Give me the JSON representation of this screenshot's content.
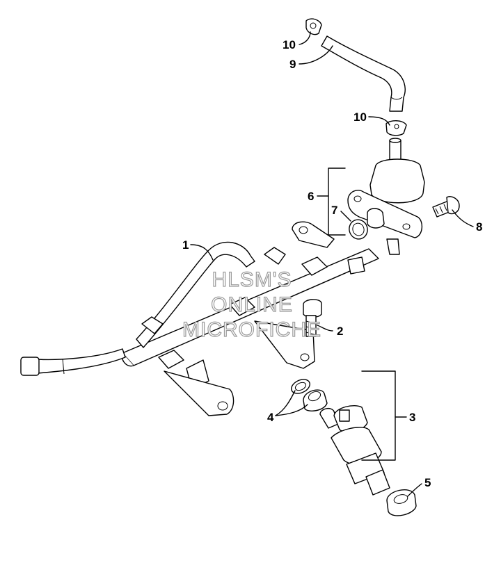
{
  "watermark": {
    "line1": "HLSM'S",
    "line2": "ONLINE",
    "line3": "MICROFICHE"
  },
  "callouts": {
    "c1": "1",
    "c2": "2",
    "c3": "3",
    "c4": "4",
    "c5": "5",
    "c6": "6",
    "c7": "7",
    "c8": "8",
    "c9": "9",
    "c10a": "10",
    "c10b": "10"
  }
}
